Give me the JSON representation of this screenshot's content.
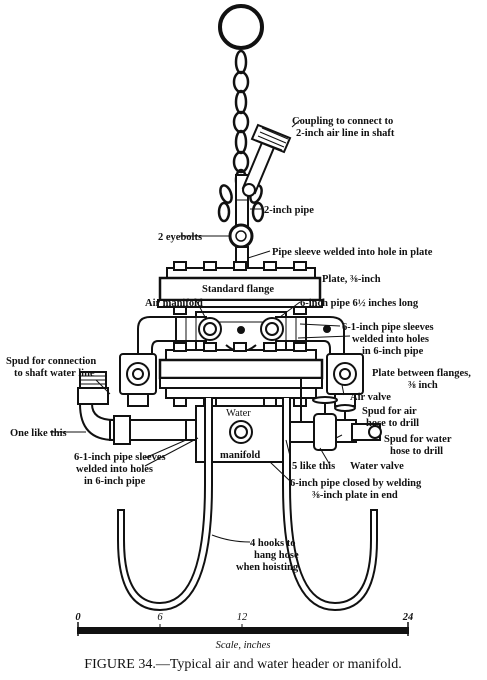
{
  "labels": {
    "coupling_l1": "Coupling to connect to",
    "coupling_l2": "2-inch air line in shaft",
    "pipe_2in": "2-inch pipe",
    "eyebolts": "2 eyebolts",
    "pipe_sleeve": "Pipe sleeve welded into hole in plate",
    "plate": "Plate, ⅜-inch",
    "standard_flange": "Standard flange",
    "air_manifold": "Air manifold",
    "six_inch_pipe": "6-inch pipe 6½ inches long",
    "sleeves_r1": "6-1-inch pipe sleeves",
    "sleeves_r2": "welded into holes",
    "sleeves_r3": "in 6-inch pipe",
    "spud_l1": "Spud for connection",
    "spud_l2": "to shaft water line",
    "plate_between_l1": "Plate between flanges,",
    "plate_between_l2": "⅜ inch",
    "air_valve": "Air valve",
    "spud_air_l1": "Spud for air",
    "spud_air_l2": "hose to drill",
    "one_like_this": "One like this",
    "water": "Water",
    "manifold": "manifold",
    "spud_water_l1": "Spud for water",
    "spud_water_l2": "hose to drill",
    "sleeves_l1": "6-1-inch pipe sleeves",
    "sleeves_l2": "welded into holes",
    "sleeves_l3": "in 6-inch pipe",
    "five_like_this": "5 like this",
    "water_valve": "Water valve",
    "closed_l1": "6-inch pipe closed by welding",
    "closed_l2": "⅜-inch plate in end",
    "hooks_l1": "4 hooks to",
    "hooks_l2": "hang hose",
    "hooks_l3": "when hoisting"
  },
  "scale": {
    "ticks": [
      "0",
      "6",
      "12",
      "24"
    ],
    "caption": "Scale, inches"
  },
  "caption": "FIGURE 34.—Typical air and water header or manifold."
}
